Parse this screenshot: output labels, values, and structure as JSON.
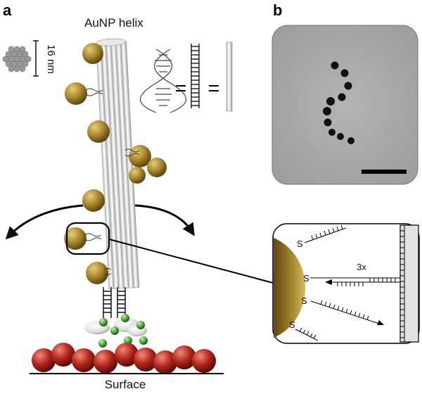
{
  "panel_a": {
    "letter": "a",
    "title": "AuNP helix",
    "scale_label": "16 nm",
    "surface_label": "Surface"
  },
  "panel_b": {
    "letter": "b"
  },
  "inset": {
    "thiol_label": "S",
    "repeat_label": "3x"
  },
  "colors": {
    "gold": "#a8872e",
    "bead_red": "#b3261b",
    "green": "#4aa33a",
    "tem_bg": "#a9a9a9"
  }
}
